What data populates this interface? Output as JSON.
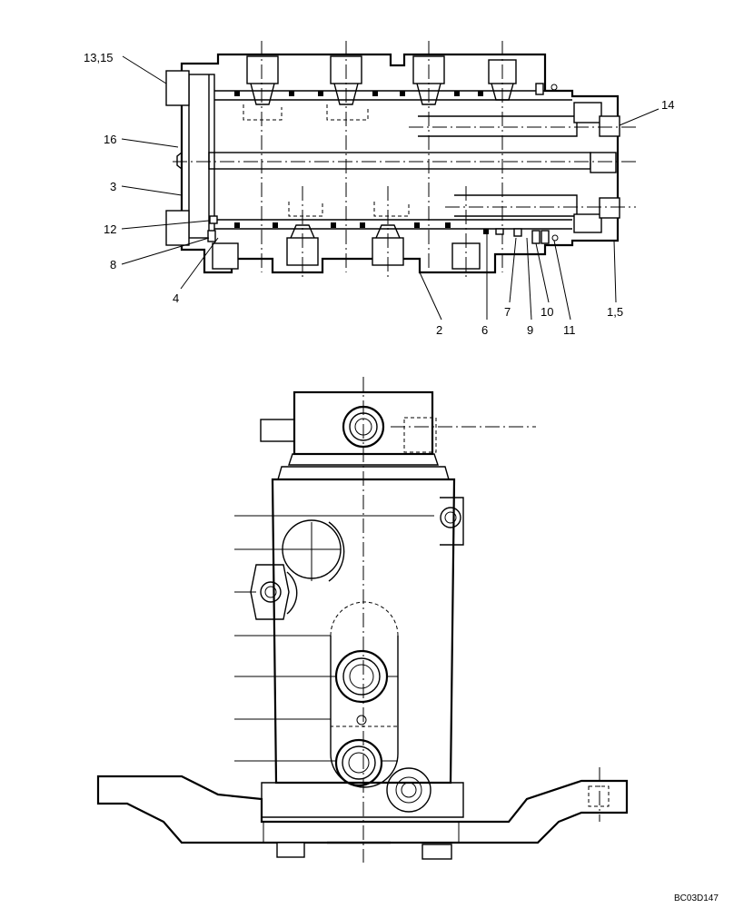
{
  "diagram": {
    "callouts": {
      "c13_15": "13,15",
      "c16": "16",
      "c3": "3",
      "c12": "12",
      "c8": "8",
      "c4": "4",
      "c2": "2",
      "c6": "6",
      "c7": "7",
      "c9": "9",
      "c10": "10",
      "c11": "11",
      "c1_5": "1,5",
      "c14": "14"
    },
    "drawing_code": "BC03D147"
  }
}
